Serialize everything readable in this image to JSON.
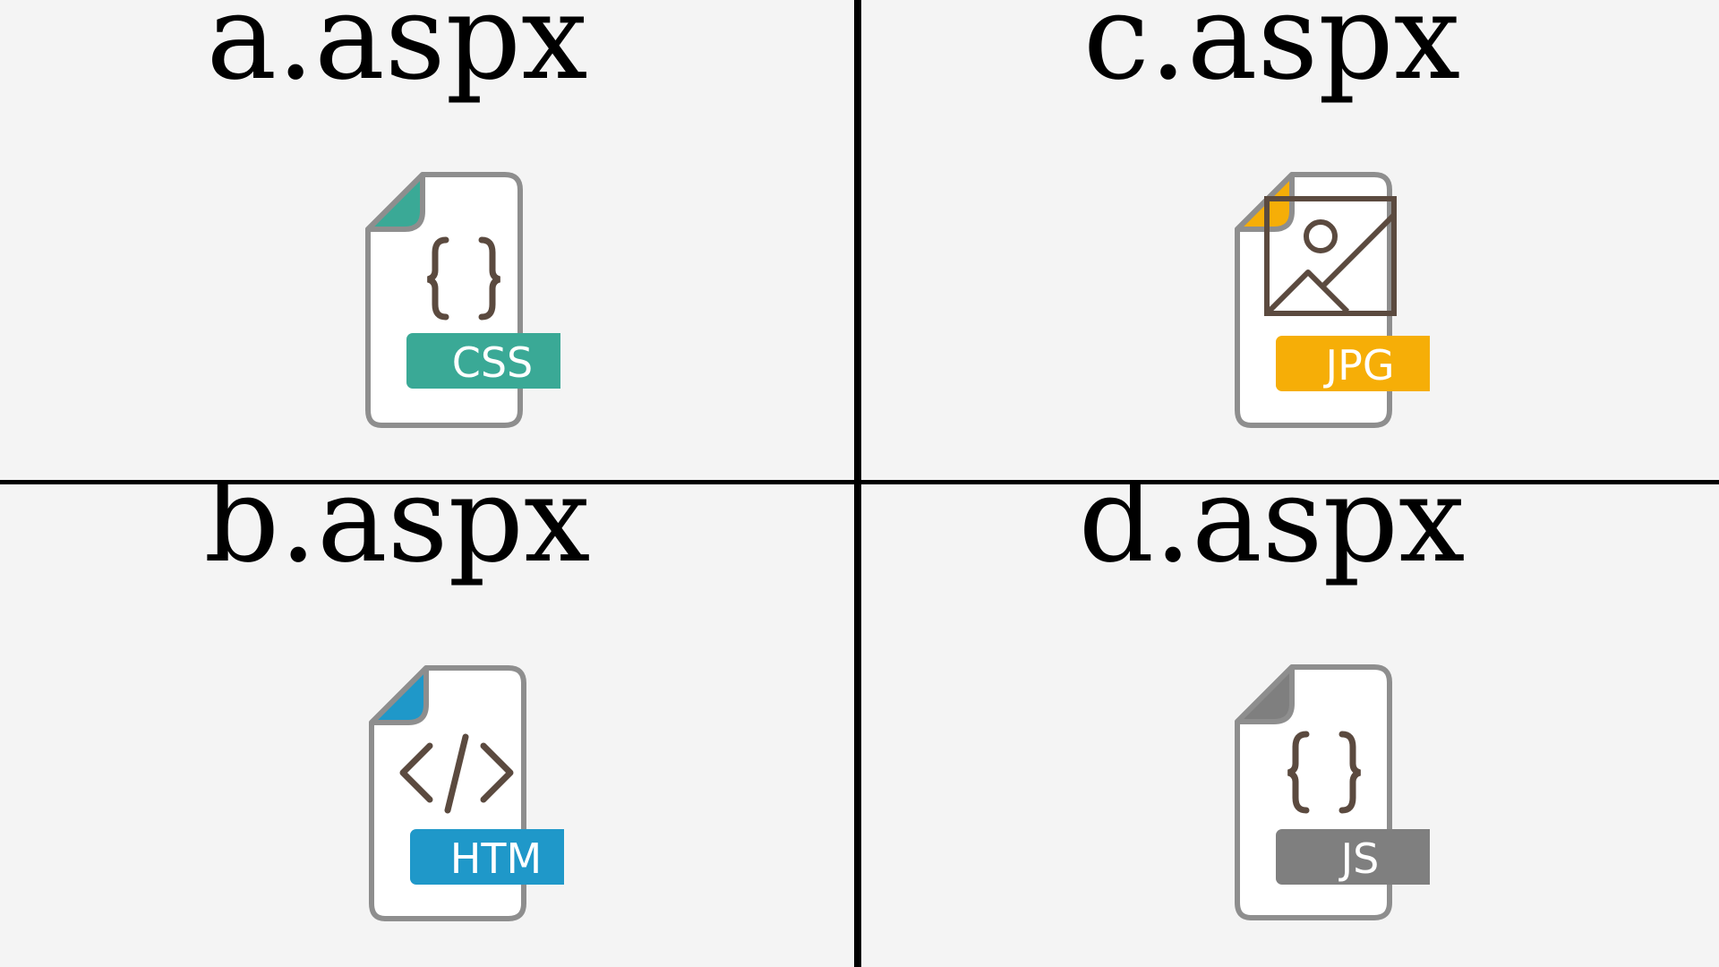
{
  "tiles": [
    {
      "id": "a",
      "filename": "a.aspx",
      "icon": "css-file-icon",
      "badge": "CSS",
      "badge_color": "#3aa996",
      "corner_color": "#3aa996"
    },
    {
      "id": "c",
      "filename": "c.aspx",
      "icon": "jpg-file-icon",
      "badge": "JPG",
      "badge_color": "#f6ae07",
      "corner_color": "#f6ae07"
    },
    {
      "id": "b",
      "filename": "b.aspx",
      "icon": "htm-file-icon",
      "badge": "HTM",
      "badge_color": "#1f98c9",
      "corner_color": "#1f98c9"
    },
    {
      "id": "d",
      "filename": "d.aspx",
      "icon": "js-file-icon",
      "badge": "JS",
      "badge_color": "#7f7f7f",
      "corner_color": "#7f7f7f"
    }
  ]
}
